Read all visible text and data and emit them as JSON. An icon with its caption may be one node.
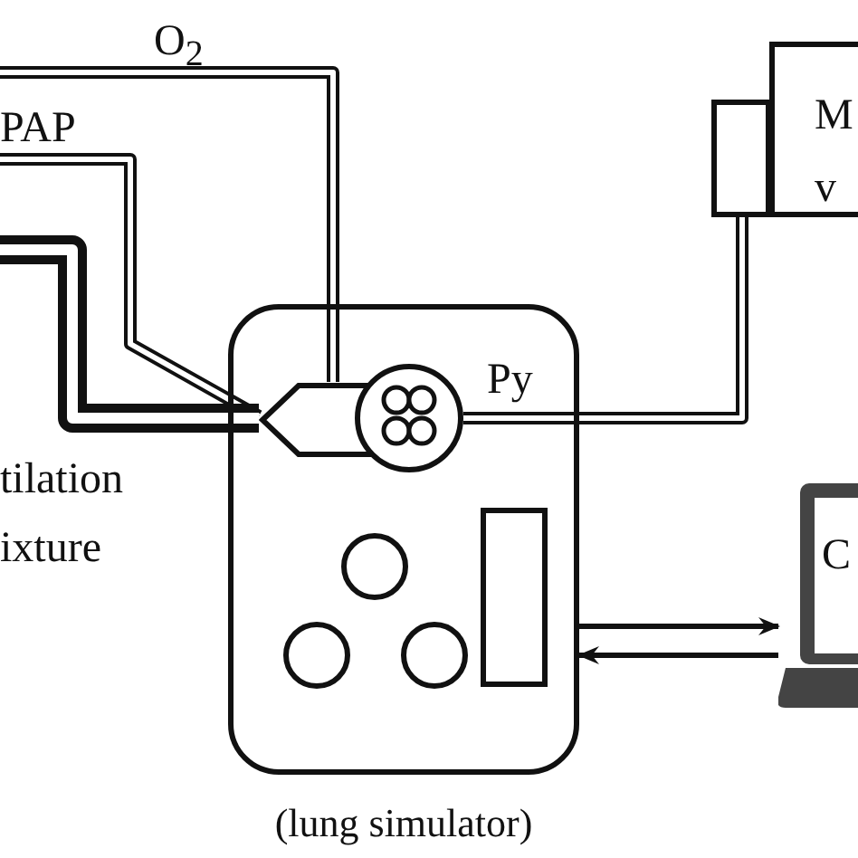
{
  "diagram": {
    "nodes": [
      {
        "text": [
          "(lung simulator)"
        ]
      },
      {
        "text": [],
        "shape": "hexagon",
        "in": 0
      },
      {
        "text": [],
        "shape": "circle",
        "beside": [
          "Py"
        ],
        "in": 0
      },
      {
        "text": [
          "M v"
        ]
      },
      {
        "text": [],
        "shape": "box"
      },
      {
        "text": [
          "C"
        ]
      }
    ],
    "edges": [
      {
        "from": null,
        "to": 1,
        "arrow": "none",
        "label": "O$_{2}$"
      },
      {
        "from": null,
        "to": 1,
        "arrow": "none",
        "label": "PAP"
      },
      {
        "from": null,
        "to": 1,
        "arrow": "none",
        "label": "tilation ixture",
        "style": "thick"
      },
      {
        "from": 2,
        "to": 4,
        "arrow": "none"
      },
      {
        "from": 0,
        "to": 5,
        "arrow": "to"
      },
      {
        "from": 5,
        "to": 0,
        "arrow": "to"
      }
    ]
  }
}
